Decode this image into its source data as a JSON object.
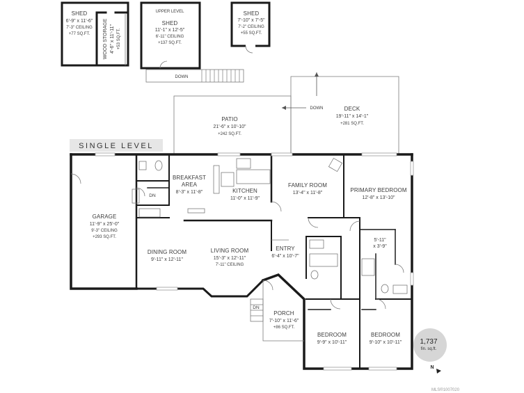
{
  "plan": {
    "level_label": "SINGLE LEVEL",
    "area_total": "1,737",
    "area_unit": "fin. sq.ft.",
    "north_marker": "N",
    "mls": "MLS®1007020",
    "colors": {
      "wall": "#1a1a1a",
      "outline": "#7a7a7a",
      "badge": "#d6d6d6",
      "banner": "#e6e6e6"
    }
  },
  "rooms": {
    "shed1": {
      "name": "SHED",
      "dim": "6'-9\" x 11'-6\"",
      "ceiling": "7'-3\" CEILING",
      "area": "+77 SQ.FT."
    },
    "wood": {
      "name": "WOOD STORAGE",
      "dim": "4'-6\" x 11'-11\"",
      "area": "+53 SQ.FT."
    },
    "shed2": {
      "level": "UPPER LEVEL",
      "name": "SHED",
      "dim": "11'-1\" x 12'-5\"",
      "ceiling": "6'-11\" CEILING",
      "area": "+137 SQ.FT.",
      "stair": "DOWN"
    },
    "shed3": {
      "name": "SHED",
      "dim": "7'-10\" x 7'-5\"",
      "ceiling": "7'-2\" CEILING",
      "area": "+55 SQ.FT."
    },
    "patio": {
      "name": "PATIO",
      "dim": "21'-6\" x 10'-10\"",
      "area": "+242 SQ.FT."
    },
    "deck": {
      "name": "DECK",
      "dim": "19'-11\" x 14'-1\"",
      "area": "+281 SQ.FT.",
      "stair": "DOWN"
    },
    "garage": {
      "name": "GARAGE",
      "dim": "11'-9\" x 25'-0\"",
      "ceiling": "9'-3\" CEILING",
      "area": "+293 SQ.FT."
    },
    "breakfast": {
      "name1": "BREAKFAST",
      "name2": "AREA",
      "dim": "8'-3\" x 11'-8\""
    },
    "kitchen": {
      "name": "KITCHEN",
      "dim": "11'-0\" x 11'-9\""
    },
    "family": {
      "name": "FAMILY ROOM",
      "dim": "13'-4\" x 11'-8\""
    },
    "primary": {
      "name": "PRIMARY BEDROOM",
      "dim": "12'-8\" x 13'-10\""
    },
    "closet": {
      "dim1": "5'-11\"",
      "dim2": "x 3'-9\""
    },
    "dining": {
      "name": "DINING ROOM",
      "dim": "9'-11\" x 12'-11\""
    },
    "living": {
      "name": "LIVING ROOM",
      "dim": "15'-3\" x 12'-11\"",
      "ceiling": "7'-11\" CEILING"
    },
    "entry": {
      "name": "ENTRY",
      "dim": "6'-4\" x 10'-7\""
    },
    "porch": {
      "name": "PORCH",
      "dim": "7'-10\" x 11'-6\"",
      "area": "+86 SQ.FT.",
      "stair": "DN"
    },
    "bed2": {
      "name": "BEDROOM",
      "dim": "9'-9\" x 10'-11\""
    },
    "bed3": {
      "name": "BEDROOM",
      "dim": "9'-10\" x 10'-11\""
    },
    "stair_garage": "DN"
  }
}
